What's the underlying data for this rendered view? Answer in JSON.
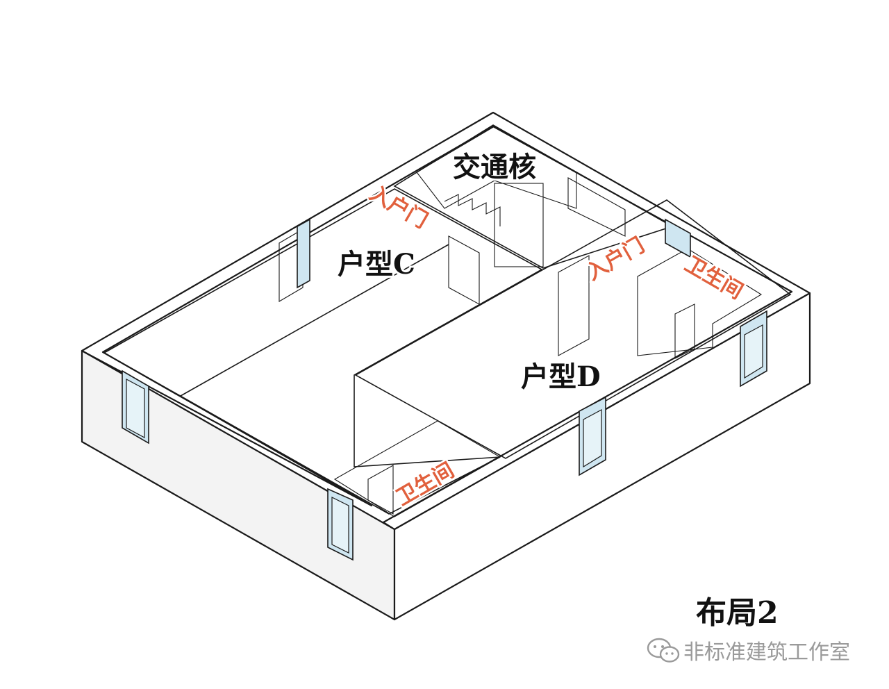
{
  "colors": {
    "unit_c": "#dfb49a",
    "unit_d": "#bfe5d1",
    "core": "#dcdcdc",
    "tag": "#e1603d",
    "glass": "#cfe6f1"
  },
  "zones": {
    "core": "交通核",
    "unit_c": "户型C",
    "unit_d": "户型D"
  },
  "tags": {
    "entrance_c": "入户门",
    "entrance_d": "入户门",
    "bath_c": "卫生间",
    "bath_d": "卫生间"
  },
  "title": "布局2",
  "watermark": {
    "icon": "wechat-icon",
    "text": "非标准建筑工作室"
  }
}
